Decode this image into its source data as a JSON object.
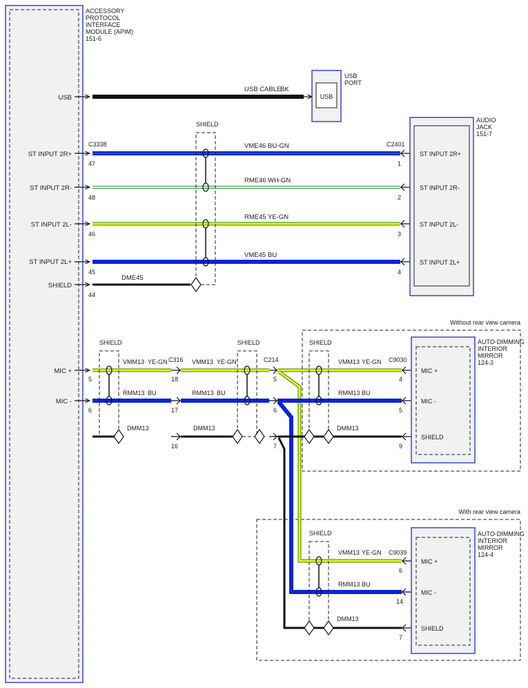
{
  "apim": {
    "title_lines": [
      "ACCESSORY",
      "PROTOCOL",
      "INTERFACE",
      "MODULE (APIM)",
      "151-6"
    ]
  },
  "apim_pins": {
    "usb": "USB",
    "st2rp": "ST INPUT 2R+",
    "st2rm": "ST INPUT 2R-",
    "st2lm": "ST INPUT 2L-",
    "st2lp": "ST INPUT 2L+",
    "shield": "SHIELD",
    "micp": "MIC +",
    "micm": "MIC -"
  },
  "usb_port": {
    "box_label": "USB",
    "title_lines": [
      "USB",
      "PORT"
    ],
    "cable": "USB CABLE",
    "color": "BK"
  },
  "audio_jack": {
    "title_lines": [
      "AUDIO",
      "JACK",
      "151-7"
    ],
    "pins": [
      "ST INPUT 2R+",
      "ST INPUT 2R-",
      "ST INPUT 2L-",
      "ST INPUT 2L+"
    ]
  },
  "connectors": {
    "c3338": "C3338",
    "c2401": "C2401",
    "c316": "C316",
    "c214": "C214",
    "c9030": "C9030",
    "c9039": "C9039"
  },
  "shield_label": "SHIELD",
  "stereo_wires": [
    {
      "circuit": "VME46",
      "color": "BU-GN",
      "pin_left": "47",
      "pin_right": "1"
    },
    {
      "circuit": "RME46",
      "color": "WH-GN",
      "pin_left": "48",
      "pin_right": "2"
    },
    {
      "circuit": "RME45",
      "color": "YE-GN",
      "pin_left": "46",
      "pin_right": "3"
    },
    {
      "circuit": "VME45",
      "color": "BU",
      "pin_left": "45",
      "pin_right": "4"
    },
    {
      "circuit": "DME45",
      "color": "",
      "pin_left": "44",
      "pin_right": ""
    }
  ],
  "mic": {
    "vmm13": "VMM13",
    "rmm13": "RMM13",
    "dmm13": "DMM13",
    "yegn": "YE-GN",
    "bu": "BU",
    "apim_pins": [
      "5",
      "6"
    ],
    "c316_pins": [
      "18",
      "17",
      "16"
    ],
    "c214_pins": [
      "5",
      "6",
      "7"
    ],
    "c9030_pins": [
      "4",
      "5",
      "9"
    ],
    "c9039_pins": [
      "6",
      "14",
      "7"
    ]
  },
  "mirror_a": {
    "title_lines": [
      "AUTO-DIMMING",
      "INTERIOR",
      "MIRROR",
      "124-3"
    ],
    "pins": [
      "MIC +",
      "MIC -",
      "SHIELD"
    ],
    "note": "Without rear view camera"
  },
  "mirror_b": {
    "title_lines": [
      "AUTO-DIMMING",
      "INTERIOR",
      "MIRROR",
      "124-4"
    ],
    "pins": [
      "MIC +",
      "MIC -",
      "SHIELD"
    ],
    "note": "With rear view camera"
  },
  "colors": {
    "blue": "#0a24d6",
    "yellow": "#f2f200",
    "green": "#2a8a2a",
    "black": "#111111",
    "box": "#3b45c8",
    "panel": "#f1f1f1"
  }
}
